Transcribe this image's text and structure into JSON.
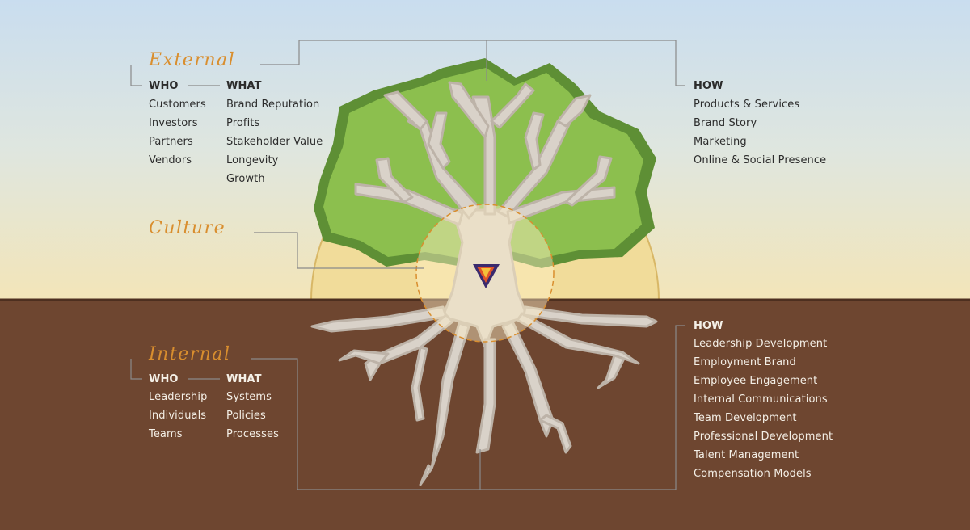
{
  "external": {
    "title": "External",
    "who_header": "WHO",
    "what_header": "WHAT",
    "who": [
      "Customers",
      "Investors",
      "Partners",
      "Vendors"
    ],
    "what": [
      "Brand Reputation",
      "Profits",
      "Stakeholder Value",
      "Longevity",
      "Growth"
    ],
    "how_header": "HOW",
    "how": [
      "Products & Services",
      "Brand Story",
      "Marketing",
      "Online & Social Presence"
    ]
  },
  "culture": {
    "title": "Culture"
  },
  "internal": {
    "title": "Internal",
    "who_header": "WHO",
    "what_header": "WHAT",
    "who": [
      "Leadership",
      "Individuals",
      "Teams"
    ],
    "what": [
      "Systems",
      "Policies",
      "Processes"
    ],
    "how_header": "HOW",
    "how": [
      "Leadership Development",
      "Employment Brand",
      "Employee Engagement",
      "Internal Communications",
      "Team Development",
      "Professional Development",
      "Talent Management",
      "Compensation Models"
    ]
  },
  "colors": {
    "sky_top": "#c9ddef",
    "sky_bottom": "#f1e6bf",
    "soil": "#6e4630",
    "canopy": "#8cbf4e",
    "canopy_edge": "#5e8f35",
    "trunk": "#d9d2c9",
    "accent": "#d98e2e",
    "connector": "#8a8a8a"
  }
}
